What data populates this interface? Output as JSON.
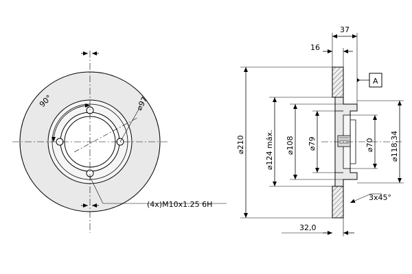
{
  "dimensions": {
    "angle": "90°",
    "bolt_circle": "⌀97",
    "thread": "(4x)M10x1.25 6H",
    "total_height": "37",
    "disc_thickness": "16",
    "datum": "A",
    "outer_diameter": "⌀210",
    "max_diameter": "⌀124 máx.",
    "hub_diameter": "⌀108",
    "center_bore": "⌀79",
    "inner_bore": "⌀70",
    "hat_diameter": "⌀118,34",
    "chamfer": "3x45°",
    "offset": "32,0"
  },
  "colors": {
    "line": "#000000",
    "body_fill": "#e6e6e6",
    "hatch": "#555555"
  }
}
